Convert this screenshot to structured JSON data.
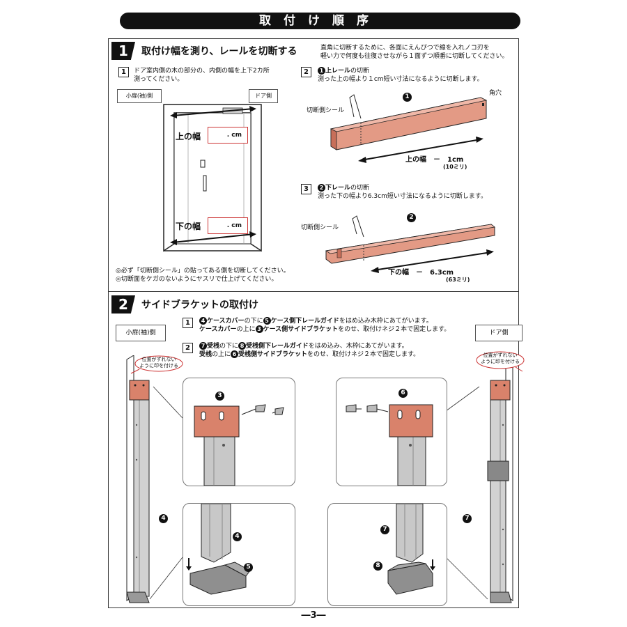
{
  "page_title": "取付け順序",
  "section1": {
    "number": "1",
    "title": "取付け幅を測り、レールを切断する",
    "note_top": [
      "直角に切断するために、各面にえんぴつで線を入れノコ刃を",
      "軽い力で何度も往復させながら１面ずつ順番に切断してください。"
    ],
    "step1": {
      "num": "1",
      "text": [
        "ドア室内側の木の部分の、内側の幅を上下2カ所",
        "測ってください。"
      ]
    },
    "left_label": "小扉(袖)側",
    "right_label": "ドア側",
    "upper_width_label": "上の幅",
    "upper_value": ".  cm",
    "lower_width_label": "下の幅",
    "lower_value": ".  cm",
    "bottom_notes": [
      "◎必ず「切断側シール」の貼ってある側を切断してください。",
      "◎切断面をケガのないようにヤスリで仕上げてください。"
    ],
    "step2": {
      "num": "2",
      "circle": "1",
      "head": "上レール",
      "head_suffix": "の切断",
      "text": "測った上の幅より１cm短い寸法になるように切断します。",
      "seal": "切断側シール",
      "hole": "角穴",
      "dim_label": "上の幅　－　1cm",
      "dim_sub": "(10ミリ)",
      "part_num": "1"
    },
    "step3": {
      "num": "3",
      "circle": "2",
      "head": "下レール",
      "head_suffix": "の切断",
      "text": "測った下の幅より6.3cm短い寸法になるように切断します。",
      "seal": "切断側シール",
      "dim_label": "下の幅　－　6.3cm",
      "dim_sub": "(63ミリ)",
      "part_num": "2"
    }
  },
  "section2": {
    "number": "2",
    "title": "サイドブラケットの取付け",
    "left_label": "小扉(袖)側",
    "right_label": "ドア側",
    "bubble_text": [
      "位置がずれない",
      "ように印を付ける"
    ],
    "step1": {
      "num": "1",
      "line1": [
        {
          "t": "4",
          "c": true
        },
        {
          "t": "ケースカバー",
          "b": true
        },
        {
          "t": "の下に"
        },
        {
          "t": "5",
          "c": true
        },
        {
          "t": "ケース側下レールガイド",
          "b": true
        },
        {
          "t": "をはめ込み木枠にあてがいます。"
        }
      ],
      "line2": [
        {
          "t": "ケースカバー",
          "b": true
        },
        {
          "t": "の上に"
        },
        {
          "t": "3",
          "c": true
        },
        {
          "t": "ケース側サイドブラケット",
          "b": true
        },
        {
          "t": "をのせ、取付けネジ２本で固定します。"
        }
      ]
    },
    "step2": {
      "num": "2",
      "line1": [
        {
          "t": "7",
          "c": true
        },
        {
          "t": "受桟",
          "b": true
        },
        {
          "t": "の下に"
        },
        {
          "t": "8",
          "c": true
        },
        {
          "t": "受桟側下レールガイド",
          "b": true
        },
        {
          "t": "をはめ込み、木枠にあてがいます。"
        }
      ],
      "line2": [
        {
          "t": "受桟",
          "b": true
        },
        {
          "t": "の上に"
        },
        {
          "t": "6",
          "c": true
        },
        {
          "t": "受桟側サイドブラケット",
          "b": true
        },
        {
          "t": "をのせ、取付けネジ２本で固定します。"
        }
      ]
    },
    "callouts": {
      "a": "3",
      "b": "6",
      "c": "4",
      "d": "5",
      "e": "7",
      "f": "8",
      "g": "4",
      "h": "7"
    }
  },
  "page_number": "―3―",
  "colors": {
    "rail": "#e39a85",
    "rail_dark": "#c86f5a",
    "bracket": "#d9826b",
    "metal": "#c8c8c8",
    "red_box": "#cc3333"
  }
}
